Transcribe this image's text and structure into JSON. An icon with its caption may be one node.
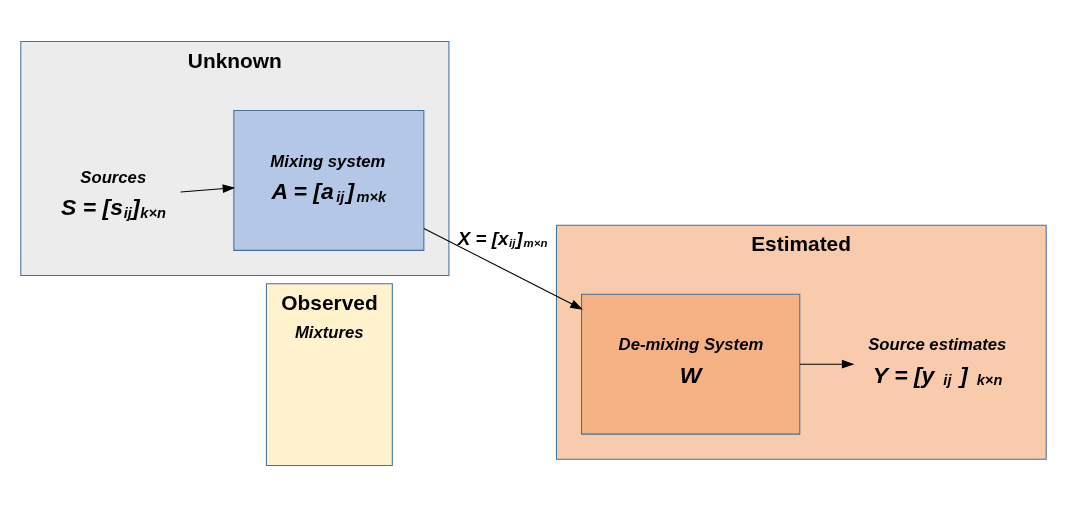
{
  "diagram": {
    "nodes": [
      {
        "text": [
          "Unknown"
        ]
      },
      {
        "text": [
          "Sources",
          "S = [s$_{ij}$]$_{k×n}$"
        ],
        "in": 0
      },
      {
        "text": [
          "Mixing system",
          "A = [a$_{ij}$]$_{m×k}$"
        ],
        "in": 0
      },
      {
        "text": [
          "Observed",
          "Mixtures"
        ]
      },
      {
        "text": [
          "Estimated"
        ]
      },
      {
        "text": [
          "De-mixing System",
          "W"
        ],
        "in": 4
      },
      {
        "text": [
          "Source estimates",
          "Y = [y$_{ij}$]$_{k×n}$"
        ],
        "in": 4
      }
    ],
    "edges": [
      {
        "from": 1,
        "to": 2,
        "arrow": "to"
      },
      {
        "from": 2,
        "to": 5,
        "arrow": "to",
        "label": "X = [x$_{ij}$]$_{m×n}$"
      },
      {
        "from": 5,
        "to": 6,
        "arrow": "to"
      }
    ]
  }
}
